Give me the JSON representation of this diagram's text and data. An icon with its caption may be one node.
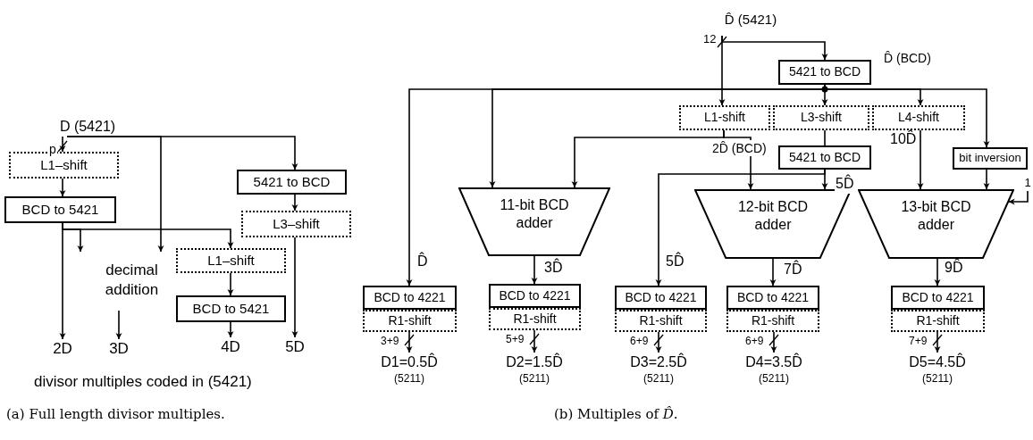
{
  "diagram": {
    "nodes": [
      {
        "text": [
          "D (5421)"
        ]
      },
      {
        "text": [
          "L1–shift"
        ]
      },
      {
        "text": [
          "BCD to 5421"
        ]
      },
      {
        "text": [
          "5421 to BCD"
        ]
      },
      {
        "text": [
          "L3–shift"
        ]
      },
      {
        "text": [
          "decimal addition"
        ]
      },
      {
        "text": [
          "L1–shift"
        ]
      },
      {
        "text": [
          "BCD to 5421"
        ]
      },
      {
        "text": [
          "2D"
        ]
      },
      {
        "text": [
          "3D"
        ]
      },
      {
        "text": [
          "4D"
        ]
      },
      {
        "text": [
          "5D"
        ]
      },
      {
        "text": [
          "D̂ (5421)"
        ]
      },
      {
        "text": [
          "5421 to BCD"
        ]
      },
      {
        "text": [
          "L1-shift"
        ]
      },
      {
        "text": [
          "L3-shift"
        ]
      },
      {
        "text": [
          "L4-shift"
        ]
      },
      {
        "text": [
          "5421 to BCD"
        ]
      },
      {
        "text": [
          "bit inversion"
        ]
      },
      {
        "text": [
          "11-bit BCD adder"
        ]
      },
      {
        "text": [
          "12-bit BCD adder"
        ]
      },
      {
        "text": [
          "13-bit BCD adder"
        ]
      },
      {
        "text": [
          "BCD to 4221"
        ]
      },
      {
        "text": [
          "R1-shift"
        ]
      },
      {
        "text": [
          "BCD to 4221"
        ]
      },
      {
        "text": [
          "R1-shift"
        ]
      },
      {
        "text": [
          "BCD to 4221"
        ]
      },
      {
        "text": [
          "R1-shift"
        ]
      },
      {
        "text": [
          "BCD to 4221"
        ]
      },
      {
        "text": [
          "R1-shift"
        ]
      },
      {
        "text": [
          "BCD to 4221"
        ]
      },
      {
        "text": [
          "R1-shift"
        ]
      },
      {
        "text": [
          "D1=0.5D̂",
          "(5211)"
        ]
      },
      {
        "text": [
          "D2=1.5D̂",
          "(5211)"
        ]
      },
      {
        "text": [
          "D3=2.5D̂",
          "(5211)"
        ]
      },
      {
        "text": [
          "D4=3.5D̂",
          "(5211)"
        ]
      },
      {
        "text": [
          "D5=4.5D̂",
          "(5211)"
        ]
      },
      {
        "text": [
          "1"
        ]
      }
    ],
    "edges": [
      {
        "from": 0,
        "to": 1,
        "arrow": "to",
        "label": "p"
      },
      {
        "from": 1,
        "to": 2,
        "arrow": "to"
      },
      {
        "from": 0,
        "to": 3,
        "arrow": "to"
      },
      {
        "from": 3,
        "to": 4,
        "arrow": "to"
      },
      {
        "from": 0,
        "to": 5,
        "arrow": "to"
      },
      {
        "from": 2,
        "to": 8,
        "arrow": "to"
      },
      {
        "from": 2,
        "to": 5,
        "arrow": "to"
      },
      {
        "from": 2,
        "to": 6,
        "arrow": "to"
      },
      {
        "from": 6,
        "to": 7,
        "arrow": "to"
      },
      {
        "from": 7,
        "to": 10,
        "arrow": "to"
      },
      {
        "from": 4,
        "to": 11,
        "arrow": "to"
      },
      {
        "from": 5,
        "to": 9,
        "arrow": "to"
      },
      {
        "from": 12,
        "to": 14,
        "arrow": "to",
        "label": "12"
      },
      {
        "from": 12,
        "to": 13,
        "arrow": "to"
      },
      {
        "from": 13,
        "to": 22,
        "arrow": "to",
        "label": "D̂"
      },
      {
        "from": 13,
        "to": 19,
        "arrow": "to"
      },
      {
        "from": 13,
        "to": 15,
        "arrow": "to"
      },
      {
        "from": 13,
        "to": 16,
        "arrow": "to"
      },
      {
        "from": 13,
        "to": 18,
        "arrow": "to",
        "label": "D̂ (BCD)"
      },
      {
        "from": 14,
        "to": 19,
        "arrow": "to"
      },
      {
        "from": 14,
        "to": 20,
        "arrow": "to",
        "label": "2D̂ (BCD)"
      },
      {
        "from": 15,
        "to": 17,
        "arrow": "none"
      },
      {
        "from": 17,
        "to": 26,
        "arrow": "to",
        "label": "5D̂"
      },
      {
        "from": 17,
        "to": 20,
        "arrow": "to",
        "label": "5D̂"
      },
      {
        "from": 16,
        "to": 21,
        "arrow": "to",
        "label": "10D̂"
      },
      {
        "from": 18,
        "to": 21,
        "arrow": "to"
      },
      {
        "from": 37,
        "to": 21,
        "arrow": "to"
      },
      {
        "from": 19,
        "to": 24,
        "arrow": "to",
        "label": "3D̂"
      },
      {
        "from": 20,
        "to": 28,
        "arrow": "to",
        "label": "7D̂"
      },
      {
        "from": 21,
        "to": 30,
        "arrow": "to",
        "label": "9D̂"
      },
      {
        "from": 23,
        "to": 32,
        "arrow": "to",
        "label": "3+9"
      },
      {
        "from": 25,
        "to": 33,
        "arrow": "to",
        "label": "5+9"
      },
      {
        "from": 27,
        "to": 34,
        "arrow": "to",
        "label": "6+9"
      },
      {
        "from": 29,
        "to": 35,
        "arrow": "to",
        "label": "6+9"
      },
      {
        "from": 31,
        "to": 36,
        "arrow": "to",
        "label": "7+9"
      }
    ],
    "labels": [
      "divisor multiples coded in (5421)",
      "(a) Full length divisor multiples.",
      "(b) Multiples of *D̂*."
    ]
  }
}
